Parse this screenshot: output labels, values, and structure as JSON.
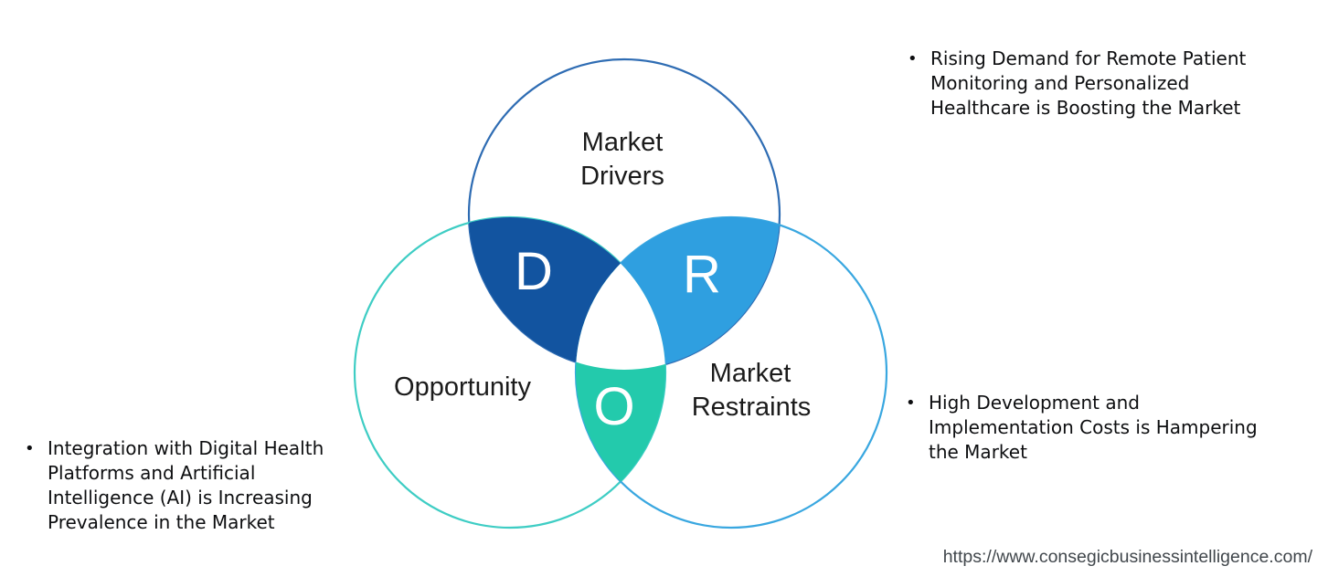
{
  "canvas": {
    "background": "#ffffff"
  },
  "venn": {
    "drivers": {
      "label_line1": "Market",
      "label_line2": "Drivers",
      "letter": "D",
      "outline_color": "#2e6cb3",
      "overlap_fill": "#1254a0"
    },
    "opportunity": {
      "label_line1": "Opportunity",
      "letter": "O",
      "outline_color": "#3ecdc4",
      "overlap_fill": "#23caac"
    },
    "restraints": {
      "label_line1": "Market",
      "label_line2": "Restraints",
      "letter": "R",
      "outline_color": "#39a7e0",
      "overlap_fill": "#2f9fe0"
    }
  },
  "annotations": {
    "drivers_note": {
      "bullet": "•",
      "lines": [
        "Rising Demand for Remote Patient",
        "Monitoring and Personalized",
        "Healthcare is Boosting the Market"
      ]
    },
    "restraints_note": {
      "bullet": "•",
      "lines": [
        "High Development and",
        "Implementation Costs is Hampering",
        "the Market"
      ]
    },
    "opportunity_note": {
      "bullet": "•",
      "lines": [
        "Integration with Digital Health",
        "Platforms and Artificial",
        "Intelligence (AI) is Increasing",
        "Prevalence in the Market"
      ]
    }
  },
  "footer": {
    "source_url": "https://www.consegicbusinessintelligence.com/"
  }
}
